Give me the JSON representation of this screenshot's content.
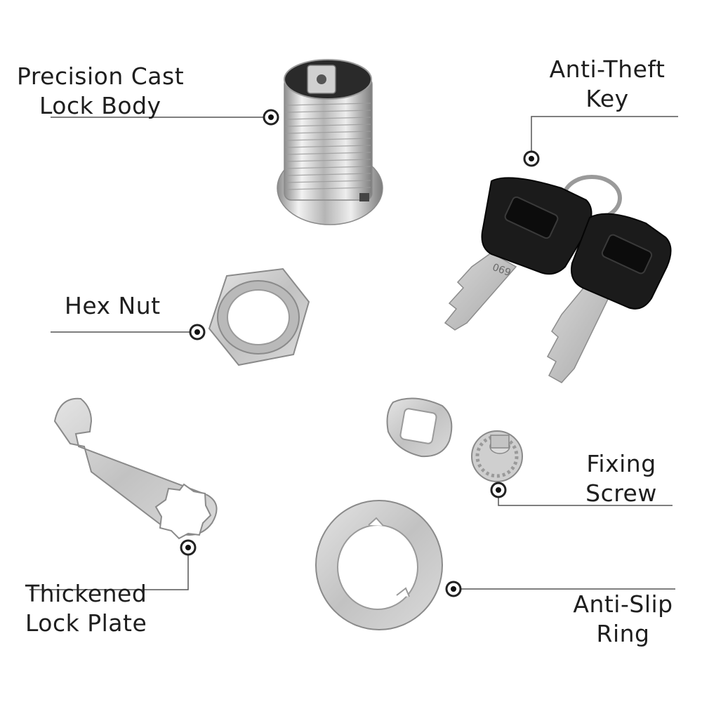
{
  "labels": {
    "lock_body": {
      "line1": "Precision Cast",
      "line2": "Lock Body"
    },
    "key": {
      "line1": "Anti-Theft",
      "line2": "Key"
    },
    "hex_nut": {
      "line1": "Hex Nut"
    },
    "fixing_screw": {
      "line1": "Fixing",
      "line2": "Screw"
    },
    "lock_plate": {
      "line1": "Thickened",
      "line2": "Lock Plate"
    },
    "anti_slip_ring": {
      "line1": "Anti-Slip",
      "line2": "Ring"
    }
  },
  "key_number": "069",
  "colors": {
    "background": "#ffffff",
    "text": "#1e1e1e",
    "leader_line": "#555555",
    "metal": "#c8c8c8",
    "key_head": "#1b1b1b"
  }
}
